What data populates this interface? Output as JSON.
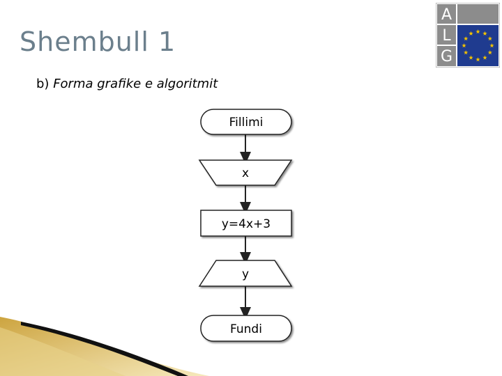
{
  "slide": {
    "title": "Shembull 1",
    "subtitle_prefix": "b)",
    "subtitle_text": "Forma grafike e algoritmit"
  },
  "logo": {
    "letters": [
      "A",
      "L",
      "G"
    ],
    "colors": {
      "gray": "#8c8c8c",
      "blue": "#1f3b8f",
      "star": "#f2c200"
    }
  },
  "flowchart": {
    "nodes": [
      {
        "id": "start",
        "shape": "terminator",
        "label": "Fillimi"
      },
      {
        "id": "input",
        "shape": "input-trapezoid",
        "label": "x"
      },
      {
        "id": "process",
        "shape": "process-rect",
        "label": "y=4x+3"
      },
      {
        "id": "output",
        "shape": "output-trapezoid",
        "label": "y"
      },
      {
        "id": "end",
        "shape": "terminator",
        "label": "Fundi"
      }
    ]
  }
}
